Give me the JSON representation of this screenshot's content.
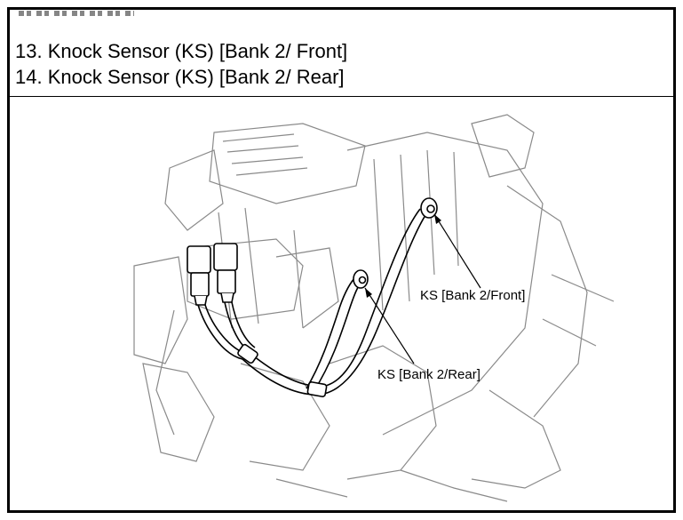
{
  "header": {
    "line1": "13. Knock Sensor (KS) [Bank 2/ Front]",
    "line2": "14. Knock Sensor (KS) [Bank 2/ Rear]"
  },
  "diagram": {
    "labels": {
      "front": "KS [Bank 2/Front]",
      "rear": "KS [Bank 2/Rear]"
    },
    "colors": {
      "line": "#000000",
      "sketch": "#7a7a7a",
      "background": "#ffffff"
    }
  }
}
